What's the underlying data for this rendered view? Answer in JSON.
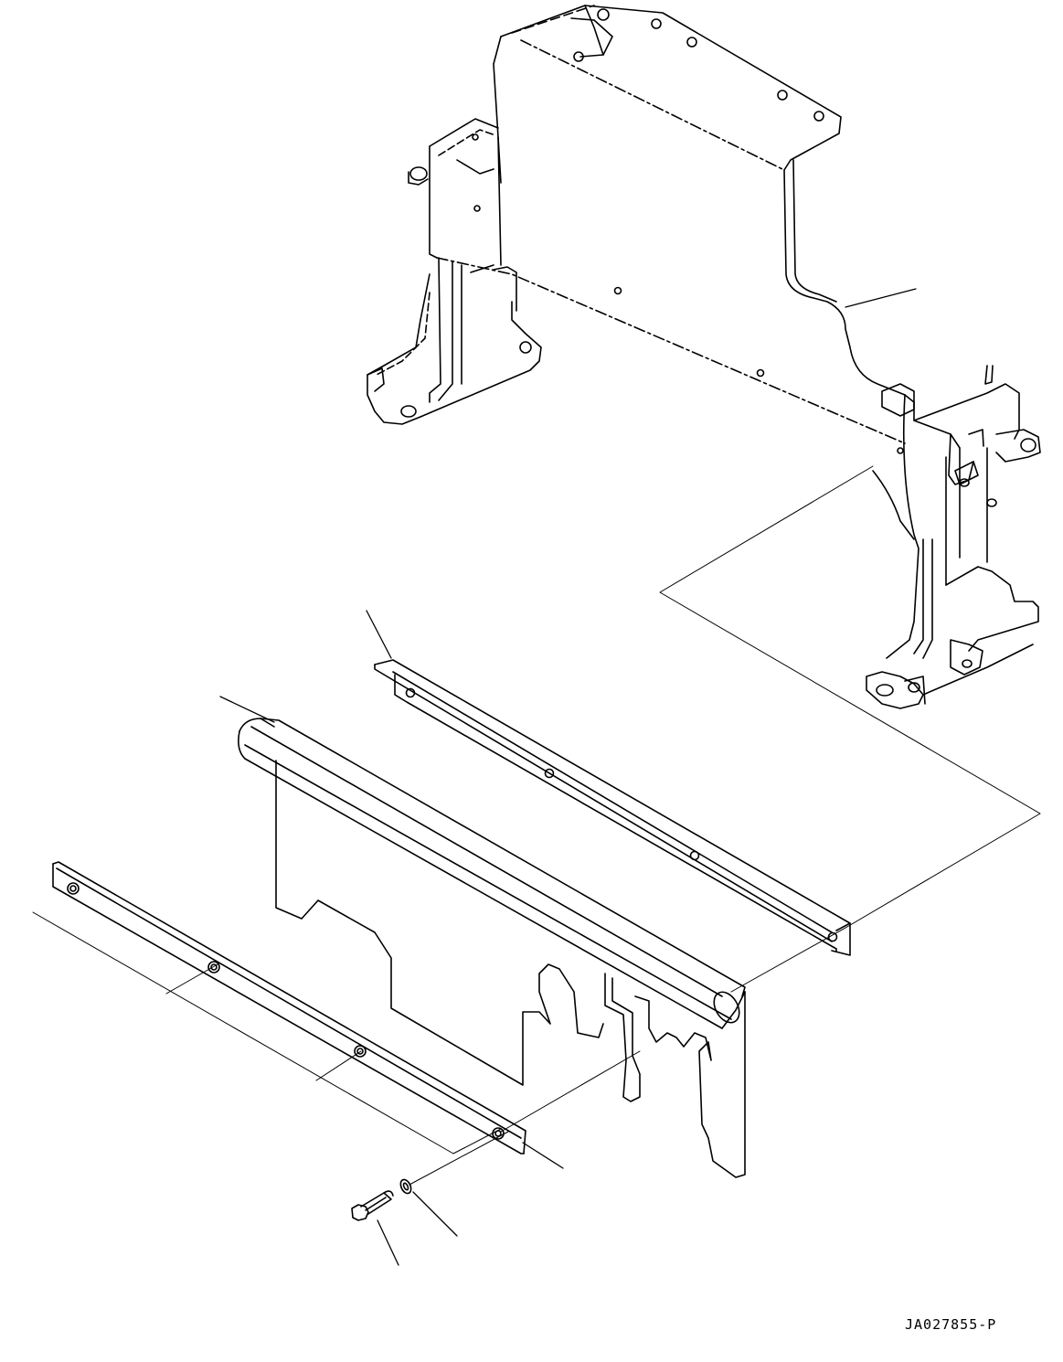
{
  "drawing": {
    "reference_code": "JA027855-P",
    "colors": {
      "line": "#000000",
      "background": "#ffffff"
    },
    "parts": [
      {
        "part": "frame"
      },
      {
        "part": "cover-plate"
      },
      {
        "part": "upper-angle-bar"
      },
      {
        "part": "lower-strip-bar"
      },
      {
        "part": "bolt"
      },
      {
        "part": "washer"
      }
    ]
  }
}
